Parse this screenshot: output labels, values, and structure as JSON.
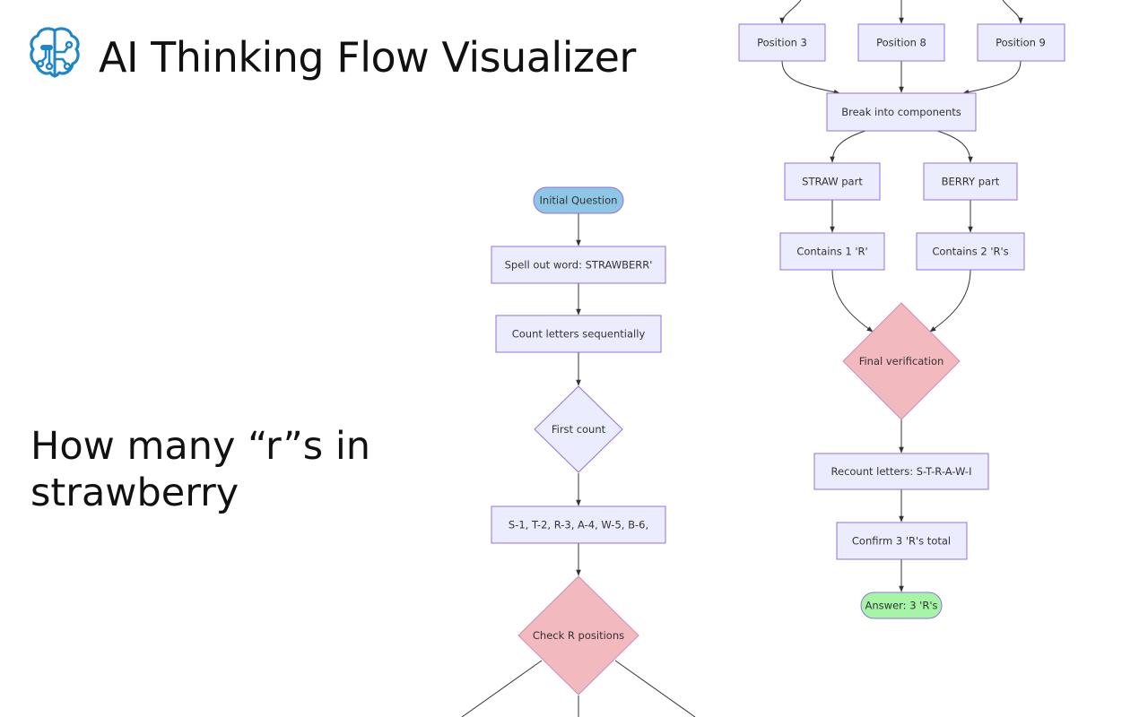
{
  "header": {
    "title": "AI Thinking Flow Visualizer",
    "logo_icon": "brain-circuit-icon"
  },
  "question": {
    "line1": "How many “r”s in",
    "line2": "strawberry"
  },
  "flowchart": {
    "colors": {
      "process_fill": "#ECECFF",
      "process_stroke": "#9370DB",
      "decision_fill": "#F2B9BF",
      "start_fill": "#8EC6E6",
      "end_fill": "#A6F5A6",
      "edge": "#333333"
    },
    "nodes": {
      "initial_question": "Initial Question",
      "spell_out": "Spell out word: STRAWBERR'",
      "count_letters": "Count letters sequentially",
      "first_count": "First count",
      "letter_sequence": "S-1, T-2, R-3, A-4, W-5, B-6,",
      "check_r_positions": "Check R positions",
      "position_3": "Position 3",
      "position_8": "Position 8",
      "position_9": "Position 9",
      "break_components": "Break into components",
      "straw_part": "STRAW part",
      "berry_part": "BERRY part",
      "contains_1": "Contains 1 'R'",
      "contains_2": "Contains 2 'R's",
      "final_verification": "Final verification",
      "recount": "Recount letters: S-T-R-A-W-I",
      "confirm": "Confirm 3 'R's total",
      "answer": "Answer: 3 'R's"
    }
  }
}
